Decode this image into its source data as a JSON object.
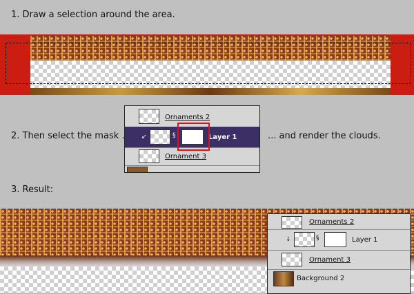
{
  "steps": {
    "step1": "1. Draw a selection around the area.",
    "step2_before": "2. Then select the mask ...",
    "step2_after": "... and render the clouds.",
    "step3": "3. Result:"
  },
  "panel_top": {
    "layers": [
      {
        "name": "Ornaments 2",
        "selected": false
      },
      {
        "name": "Layer 1",
        "selected": true
      },
      {
        "name": "Ornament 3",
        "selected": false
      }
    ]
  },
  "panel_bottom": {
    "layers": [
      {
        "name": "Ornaments 2"
      },
      {
        "name": "Layer 1"
      },
      {
        "name": "Ornament 3"
      },
      {
        "name": "Background 2"
      }
    ]
  },
  "colors": {
    "background": "#c0c0c0",
    "selected_row": "#3b2f66",
    "highlight_box": "#e0101a",
    "red_band": "#cc1d12"
  },
  "icons": [
    "link-chain-icon",
    "clip-arrow-icon"
  ]
}
